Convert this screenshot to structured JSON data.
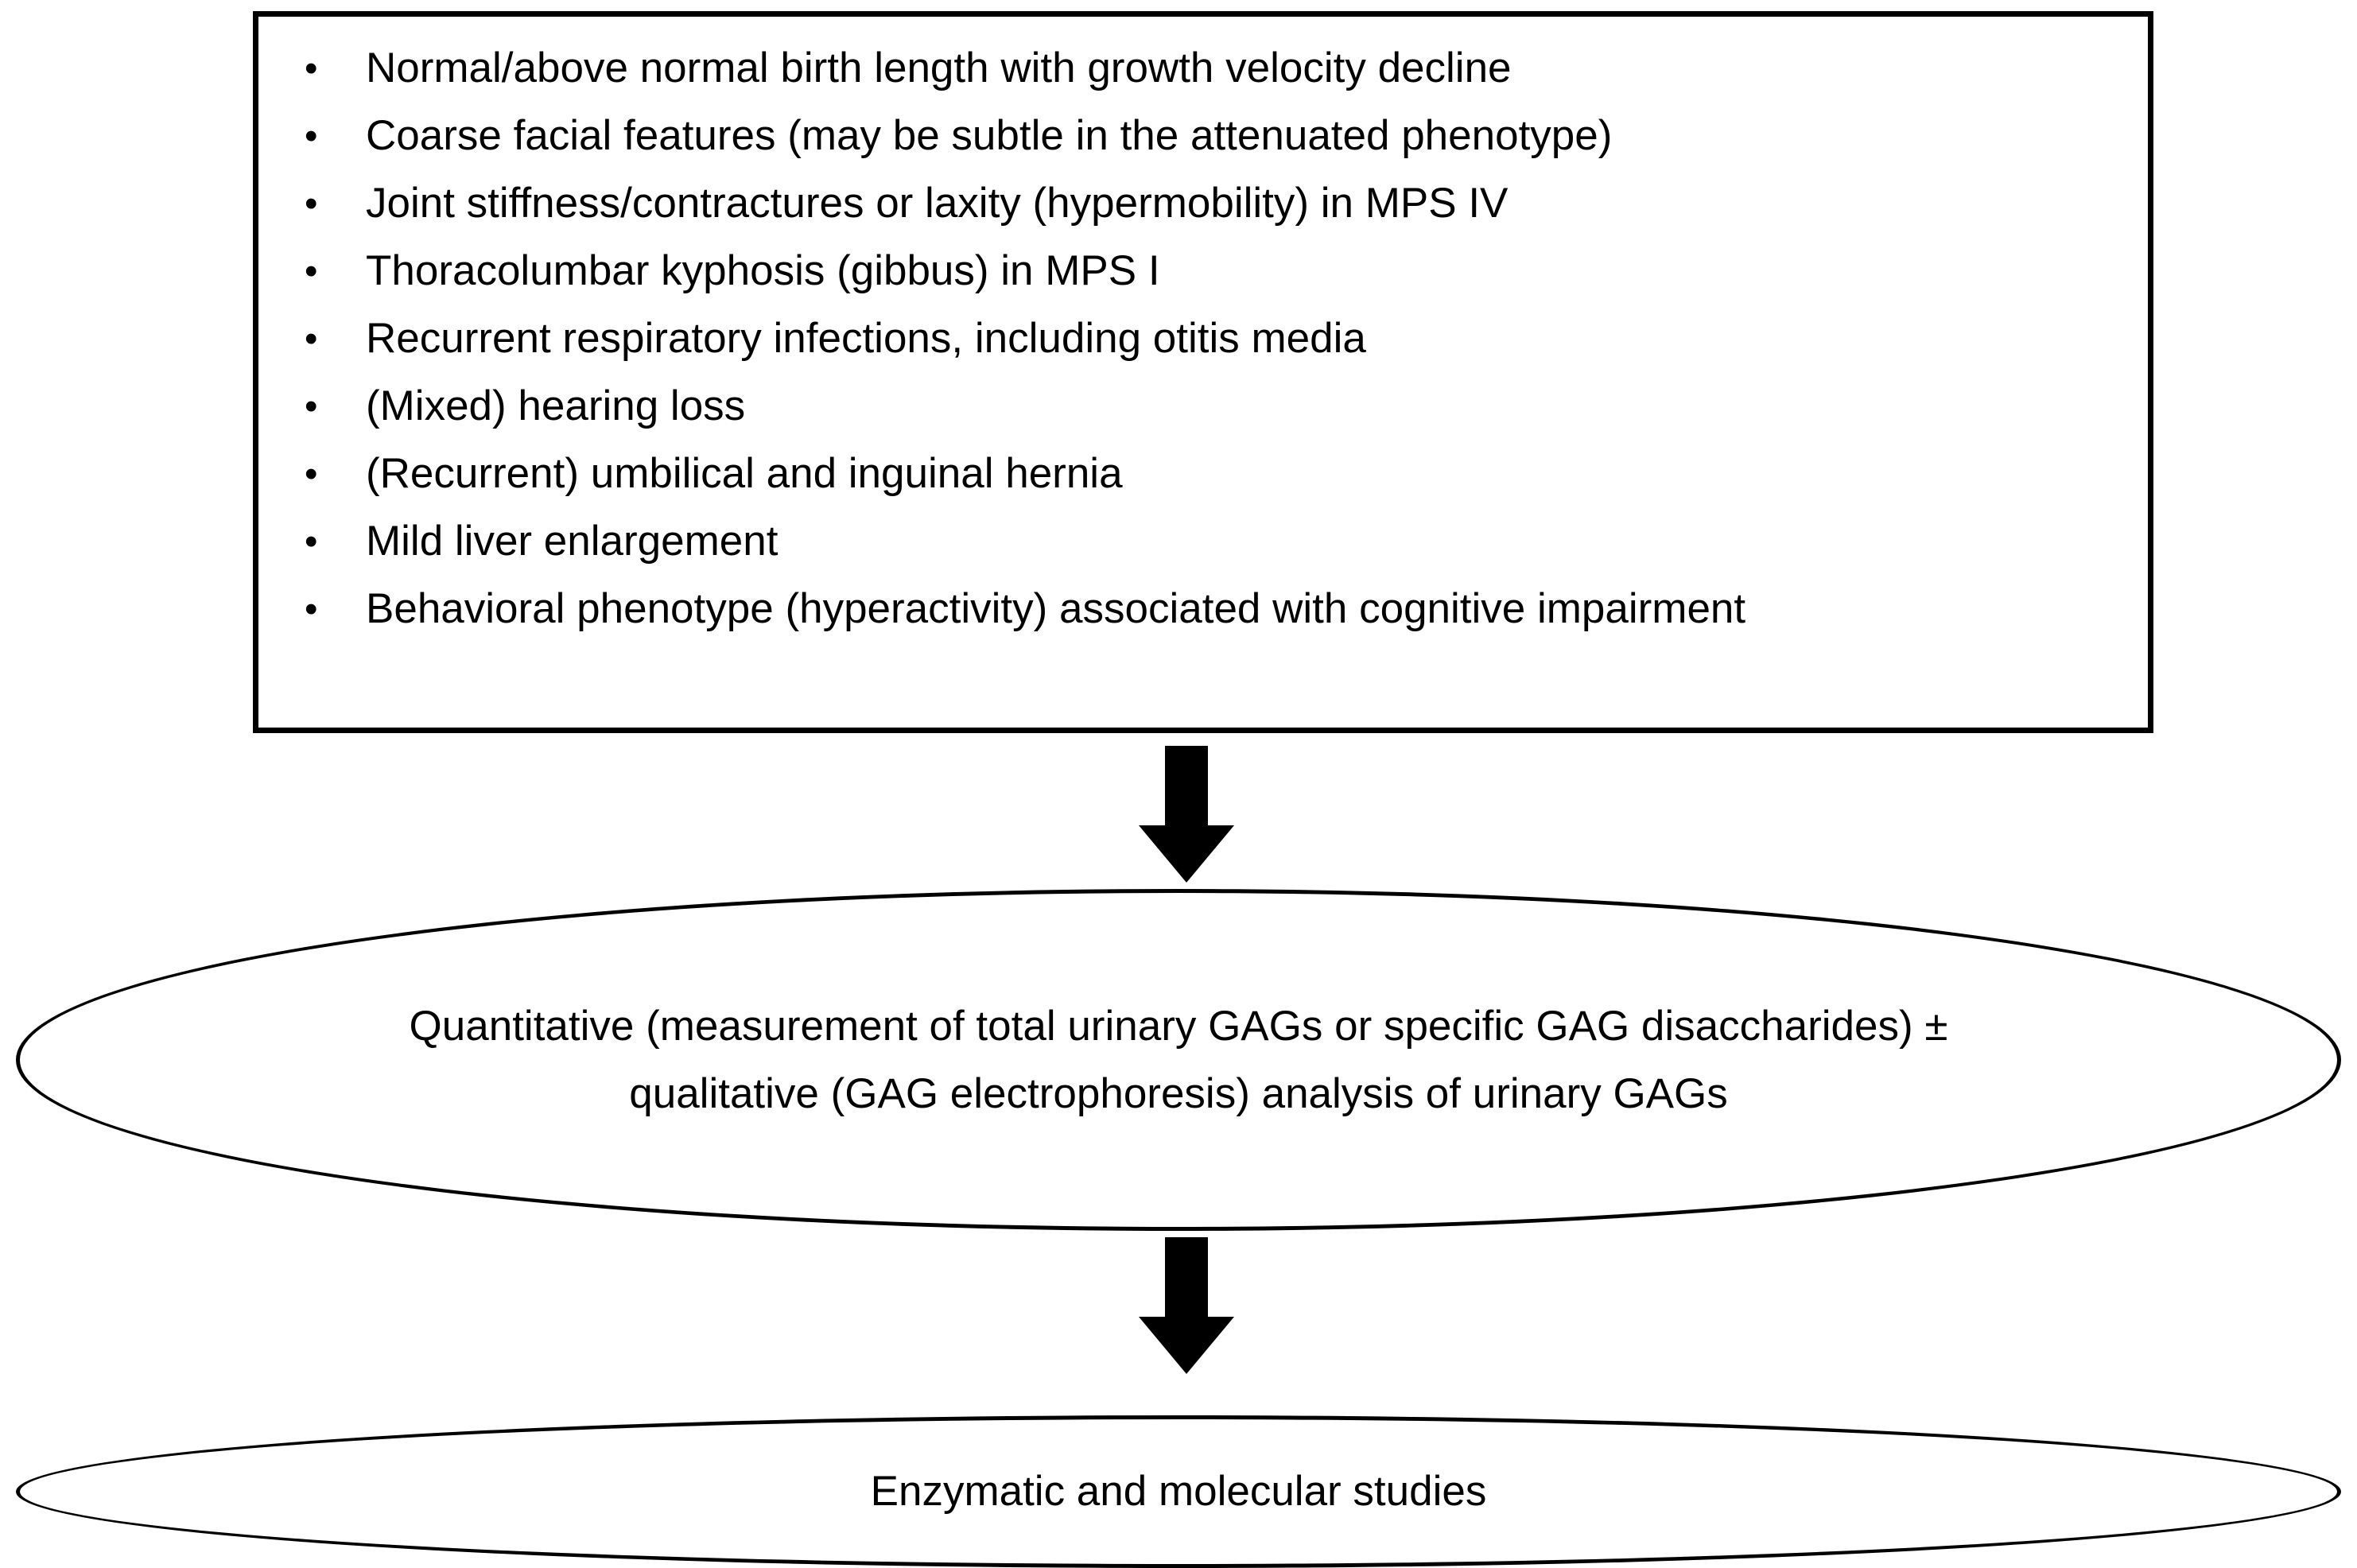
{
  "diagram": {
    "type": "flowchart",
    "title_none": "",
    "features_box": {
      "items": [
        "Normal/above normal birth length with growth velocity decline",
        "Coarse facial features (may be subtle in the attenuated phenotype)",
        "Joint stiffness/contractures or laxity (hypermobility) in MPS IV",
        "Thoracolumbar kyphosis (gibbus)  in MPS I",
        "Recurrent respiratory infections, including otitis media",
        "(Mixed) hearing loss",
        "(Recurrent) umbilical and inguinal hernia",
        "Mild liver enlargement",
        "Behavioral phenotype (hyperactivity) associated with cognitive impairment"
      ],
      "bullet_glyph": "•"
    },
    "arrows": [
      {
        "label": "down-arrow-to-gag-analysis"
      },
      {
        "label": "down-arrow-to-enzymatic-studies"
      }
    ],
    "ellipses": [
      {
        "text": "Quantitative (measurement of total urinary GAGs or specific GAG disaccharides) ± qualitative (GAG electrophoresis) analysis of urinary GAGs"
      },
      {
        "text": "Enzymatic and molecular studies"
      }
    ]
  },
  "colors": {
    "stroke": "#000000",
    "background": "#ffffff",
    "text": "#000000"
  }
}
